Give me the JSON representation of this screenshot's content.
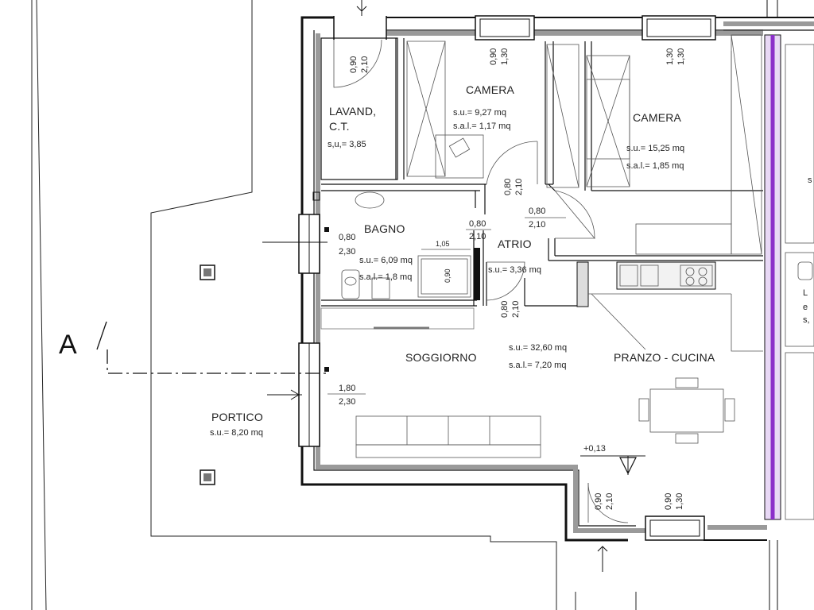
{
  "section_marker": "A",
  "rooms": [
    {
      "id": "lavand",
      "name_line1": "LAVAND,",
      "name_line2": "C.T.",
      "area": "s,u,= 3,85"
    },
    {
      "id": "camera1",
      "name": "CAMERA",
      "su": "s.u.= 9,27 mq",
      "sai": "s.a.l.= 1,17 mq"
    },
    {
      "id": "camera2",
      "name": "CAMERA",
      "su": "s.u.= 15,25 mq",
      "sai": "s.a.l.= 1,85 mq"
    },
    {
      "id": "bagno",
      "name": "BAGNO",
      "su": "s.u.= 6,09 mq",
      "sai": "s.a.l.= 1,8 mq"
    },
    {
      "id": "atrio",
      "name": "ATRIO",
      "su": "s.u.= 3,36 mq"
    },
    {
      "id": "soggiorno",
      "name": "SOGGIORNO",
      "su": "s.u.= 32,60 mq",
      "sai": "s.a.l.= 7,20 mq"
    },
    {
      "id": "pranzo",
      "name": "PRANZO - CUCINA"
    },
    {
      "id": "portico",
      "name": "PORTICO",
      "su": "s.u.= 8,20 mq"
    }
  ],
  "openings": [
    {
      "id": "door-lavand",
      "w": "0,90",
      "h": "2,10"
    },
    {
      "id": "win-camera1",
      "w": "0,90",
      "h": "1,30"
    },
    {
      "id": "win-camera2",
      "w": "1,30",
      "h": "1,30"
    },
    {
      "id": "door-camera1",
      "w": "0,80",
      "h": "2,10"
    },
    {
      "id": "door-camera2",
      "w": "0,80",
      "h": "2,10"
    },
    {
      "id": "win-bagno",
      "w": "0,80",
      "h": "2,30"
    },
    {
      "id": "door-bagno",
      "w": "0,80",
      "h": "2,10"
    },
    {
      "id": "door-atrio",
      "w": "0,80",
      "h": "2,10"
    },
    {
      "id": "win-soggiorno",
      "w": "1,80",
      "h": "2,30"
    },
    {
      "id": "door-bottom",
      "w": "0,90",
      "h": "2,10"
    },
    {
      "id": "win-bottom",
      "w": "0,90",
      "h": "1,30"
    }
  ],
  "shower_dims": {
    "w": "1,05",
    "h": "0,90"
  },
  "elevation": "+0,13",
  "right_partial": {
    "top": "s",
    "mid1": "L",
    "mid2": "e",
    "mid3": "s,"
  }
}
